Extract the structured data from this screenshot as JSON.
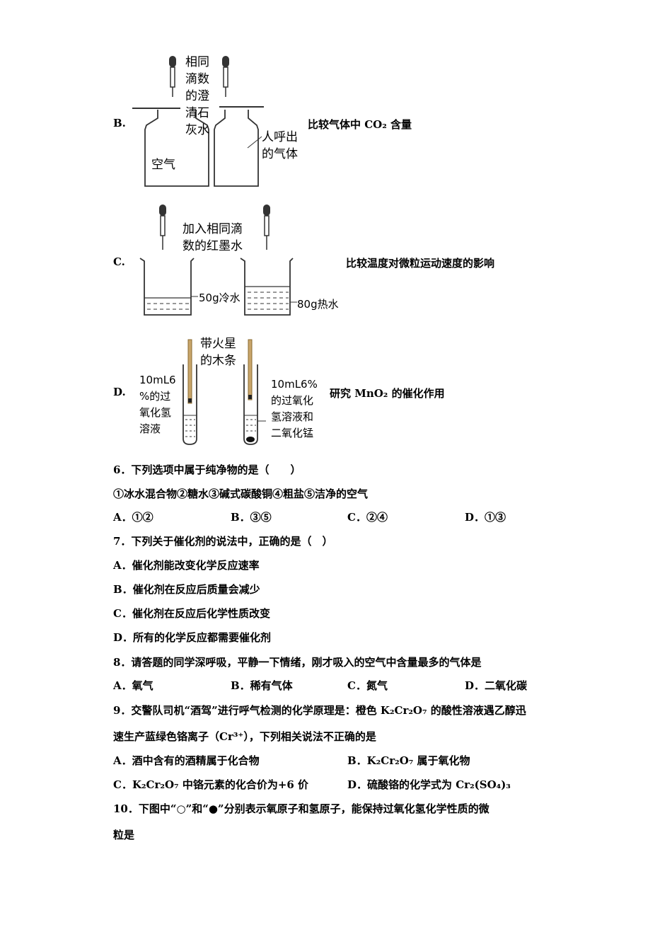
{
  "figures": {
    "B": {
      "letter": "B.",
      "dropper_label": [
        "相同",
        "滴数",
        "的澄",
        "清石",
        "灰水"
      ],
      "left_bottle": "空气",
      "right_bottle": [
        "人呼出",
        "的气体"
      ],
      "caption": "比较气体中 CO₂ 含量"
    },
    "C": {
      "letter": "C.",
      "dropper_label": [
        "加入相同滴",
        "数的红墨水"
      ],
      "left_beaker": "50g冷水",
      "right_beaker": "80g热水",
      "caption": "比较温度对微粒运动速度的影响"
    },
    "D": {
      "letter": "D.",
      "splint_label": [
        "带火星",
        "的木条"
      ],
      "left_tube": [
        "10mL6",
        "%的过",
        "氧化氢",
        "溶液"
      ],
      "right_tube": [
        "10mL6%",
        "的过氧化",
        "氢溶液和",
        "二氧化锰"
      ],
      "caption": "研究 MnO₂ 的催化作用"
    }
  },
  "questions": {
    "q6": {
      "stem": "6．下列选项中属于纯净物的是（　　）",
      "items": "①冰水混合物②糖水③碱式碳酸铜④粗盐⑤洁净的空气",
      "options": [
        "A．①②",
        "B．③⑤",
        "C．②④",
        "D．①③"
      ]
    },
    "q7": {
      "stem": "7．下列关于催化剂的说法中，正确的是（　）",
      "options": [
        "A．催化剂能改变化学反应速率",
        "B．催化剂在反应后质量会减少",
        "C．催化剂在反应后化学性质改变",
        "D．所有的化学反应都需要催化剂"
      ]
    },
    "q8": {
      "stem": "8．请答题的同学深呼吸，平静一下情绪，刚才吸入的空气中含量最多的气体是",
      "options": [
        "A．氧气",
        "B．稀有气体",
        "C．氮气",
        "D．二氧化碳"
      ]
    },
    "q9": {
      "stem_line1": "9．交警队司机“酒驾”进行呼气检测的化学原理是：橙色 K₂Cr₂O₇ 的酸性溶液遇乙醇迅",
      "stem_line2": "速生产蓝绿色铬离子（Cr³⁺），下列相关说法不正确的是",
      "options": [
        "A．酒中含有的酒精属于化合物",
        "B．K₂Cr₂O₇ 属于氧化物",
        "C．K₂Cr₂O₇ 中铬元素的化合价为+6 价",
        "D．硫酸铬的化学式为 Cr₂(SO₄)₃"
      ]
    },
    "q10": {
      "stem_line1": "10．下图中“○”和“●”分别表示氧原子和氢原子，能保持过氧化氢化学性质的微",
      "stem_line2": "粒是"
    }
  }
}
